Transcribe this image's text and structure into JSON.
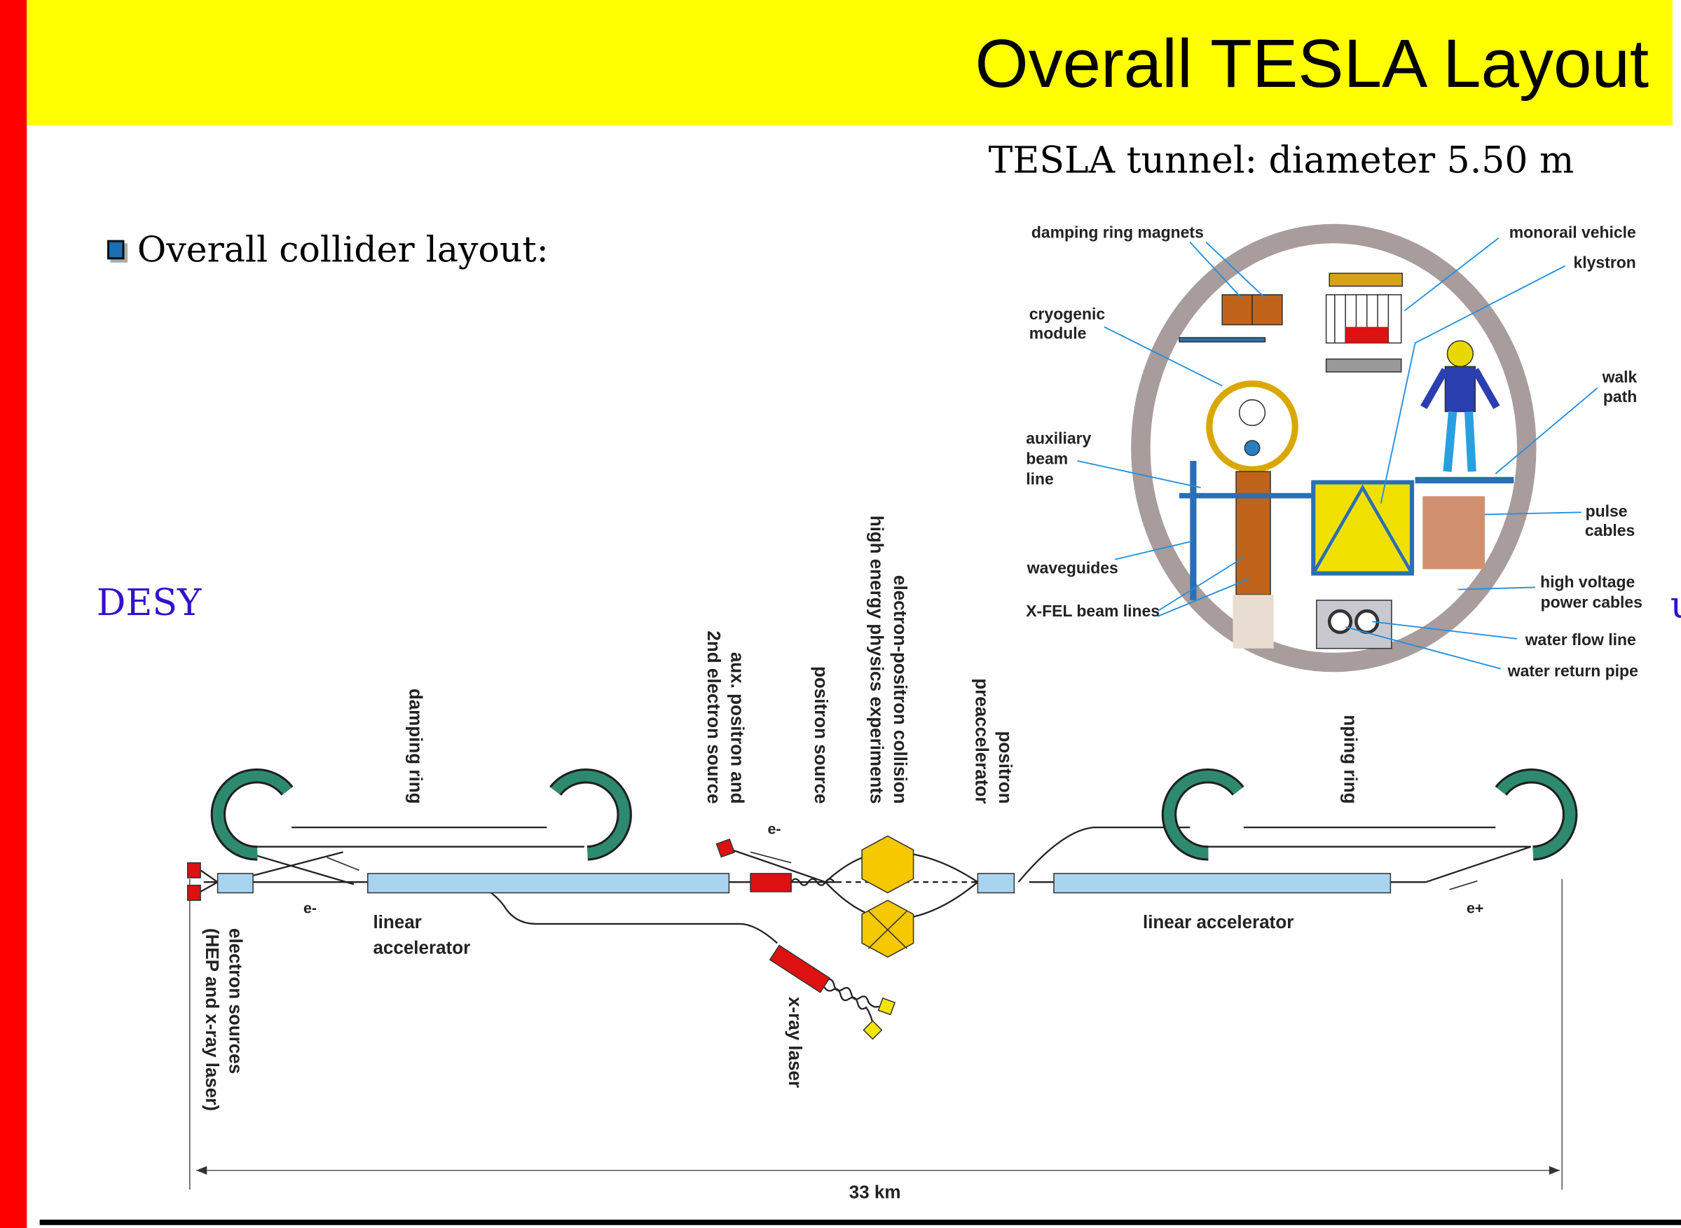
{
  "header": {
    "title": "Overall TESLA Layout",
    "background": "#ffff00",
    "side_bar_color": "#ff0000"
  },
  "subtitle": "TESLA tunnel: diameter 5.50 m",
  "bullet": {
    "icon": "square-bullet-icon",
    "text": "Overall collider layout:"
  },
  "footer_left": "DESY",
  "footer_cutoff": "u",
  "collider": {
    "labels": {
      "damping_ring_left": "damping ring",
      "aux_source_1": "aux. positron and",
      "aux_source_2": "2nd electron source",
      "positron_source": "positron source",
      "collision_1": "electron-positron collision",
      "collision_2": "high energy physics experiments",
      "preaccel_1": "positron",
      "preaccel_2": "preaccelerator",
      "damping_ring_right": "nping ring",
      "electron_sources_1": "electron sources",
      "electron_sources_2": "(HEP and x-ray laser)",
      "xray_laser": "x-ray laser",
      "linac_left_1": "linear",
      "linac_left_2": "accelerator",
      "linac_right": "linear accelerator",
      "e_minus_1": "e-",
      "e_minus_2": "e-",
      "e_plus": "e+",
      "length": "33 km"
    }
  },
  "tunnel": {
    "labels": {
      "damping_ring_magnets": "damping ring magnets",
      "monorail_vehicle": "monorail vehicle",
      "klystron": "klystron",
      "cryogenic_1": "cryogenic",
      "cryogenic_2": "module",
      "walk_1": "walk",
      "walk_2": "path",
      "aux_1": "auxiliary",
      "aux_2": "beam",
      "aux_3": "line",
      "pulse_1": "pulse",
      "pulse_2": "cables",
      "waveguides": "waveguides",
      "hv_1": "high voltage",
      "hv_2": "power cables",
      "xfel": "X-FEL beam lines",
      "water_flow": "water flow line",
      "water_return": "water return pipe"
    }
  }
}
